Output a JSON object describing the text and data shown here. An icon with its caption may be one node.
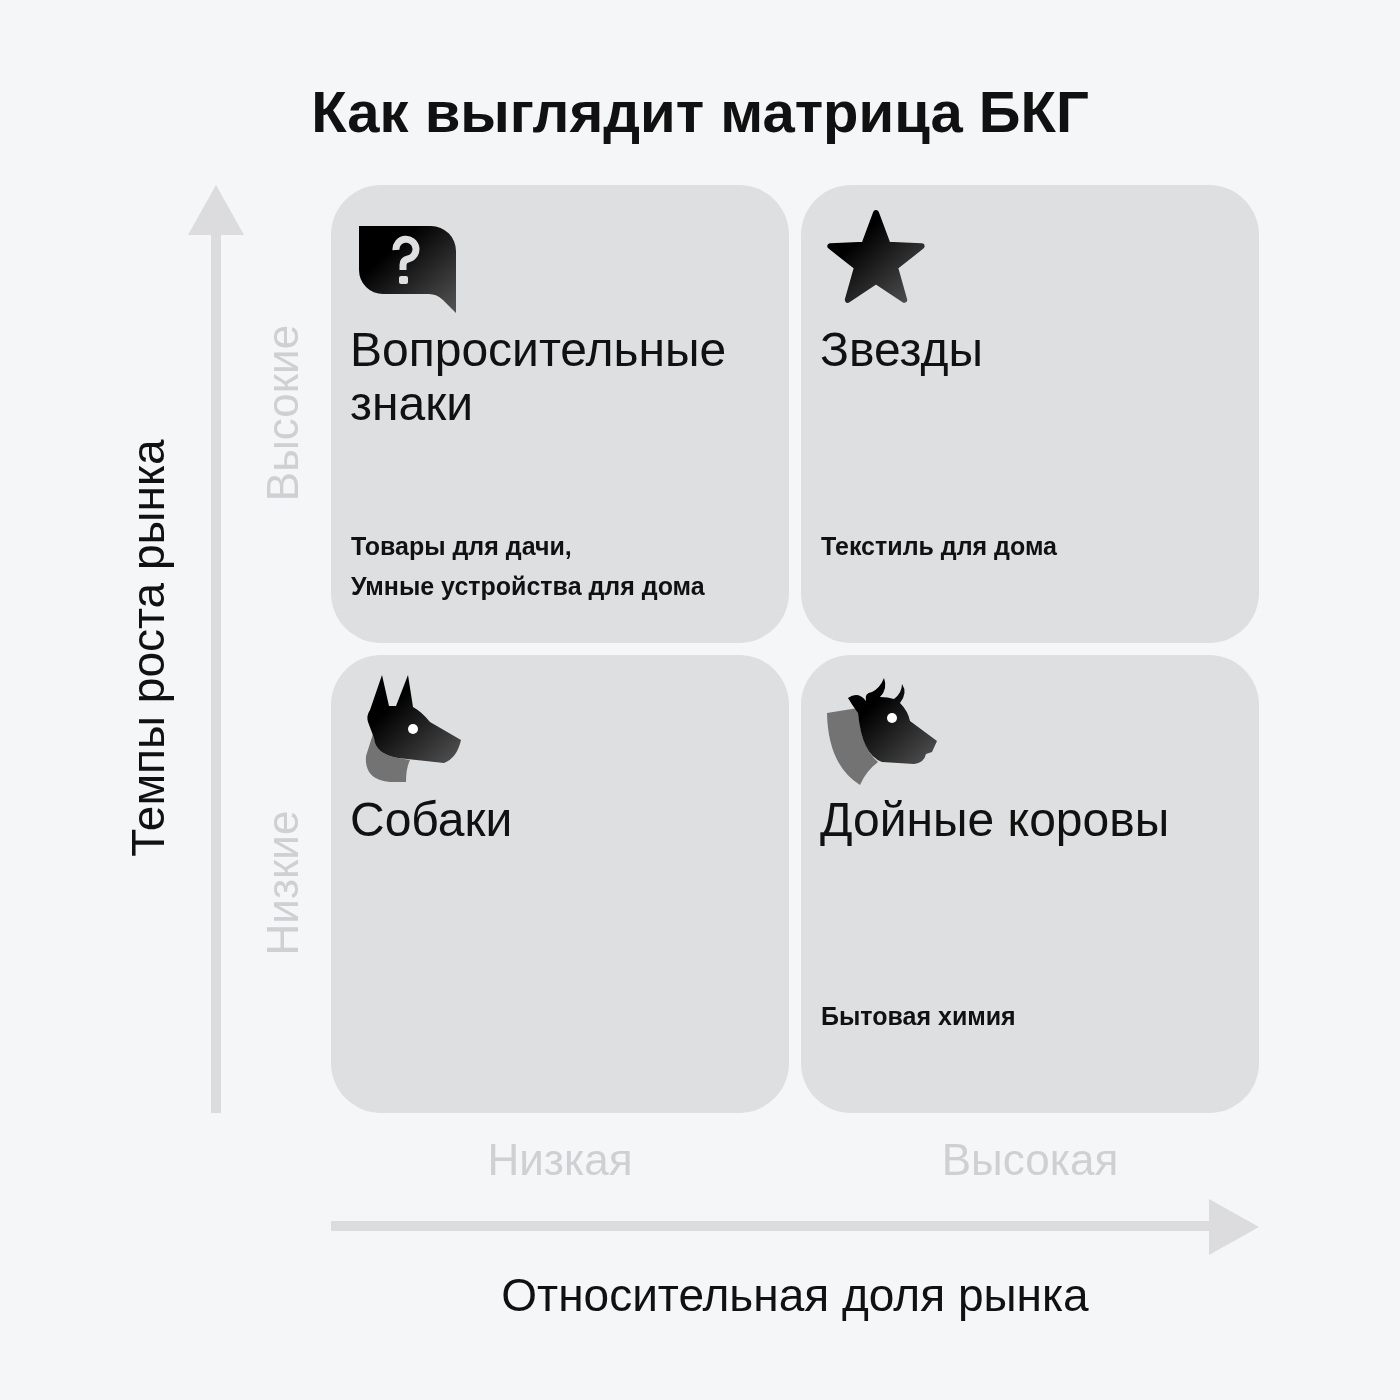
{
  "diagram": {
    "title": "Как выглядит матрица БКГ",
    "nodes": [
      {
        "text": [
          "Вопросительные знаки",
          "Товары для дачи,",
          "Умные устройства для дома"
        ]
      },
      {
        "text": [
          "Звезды",
          "Текстиль для дома"
        ]
      },
      {
        "text": [
          "Собаки"
        ]
      },
      {
        "text": [
          "Дойные коровы",
          "Бытовая химия"
        ]
      }
    ],
    "labels": [
      "Темпы роста рынка",
      "Высокие",
      "Низкие",
      "Низкая",
      "Высокая",
      "Относительная доля рынка"
    ]
  }
}
